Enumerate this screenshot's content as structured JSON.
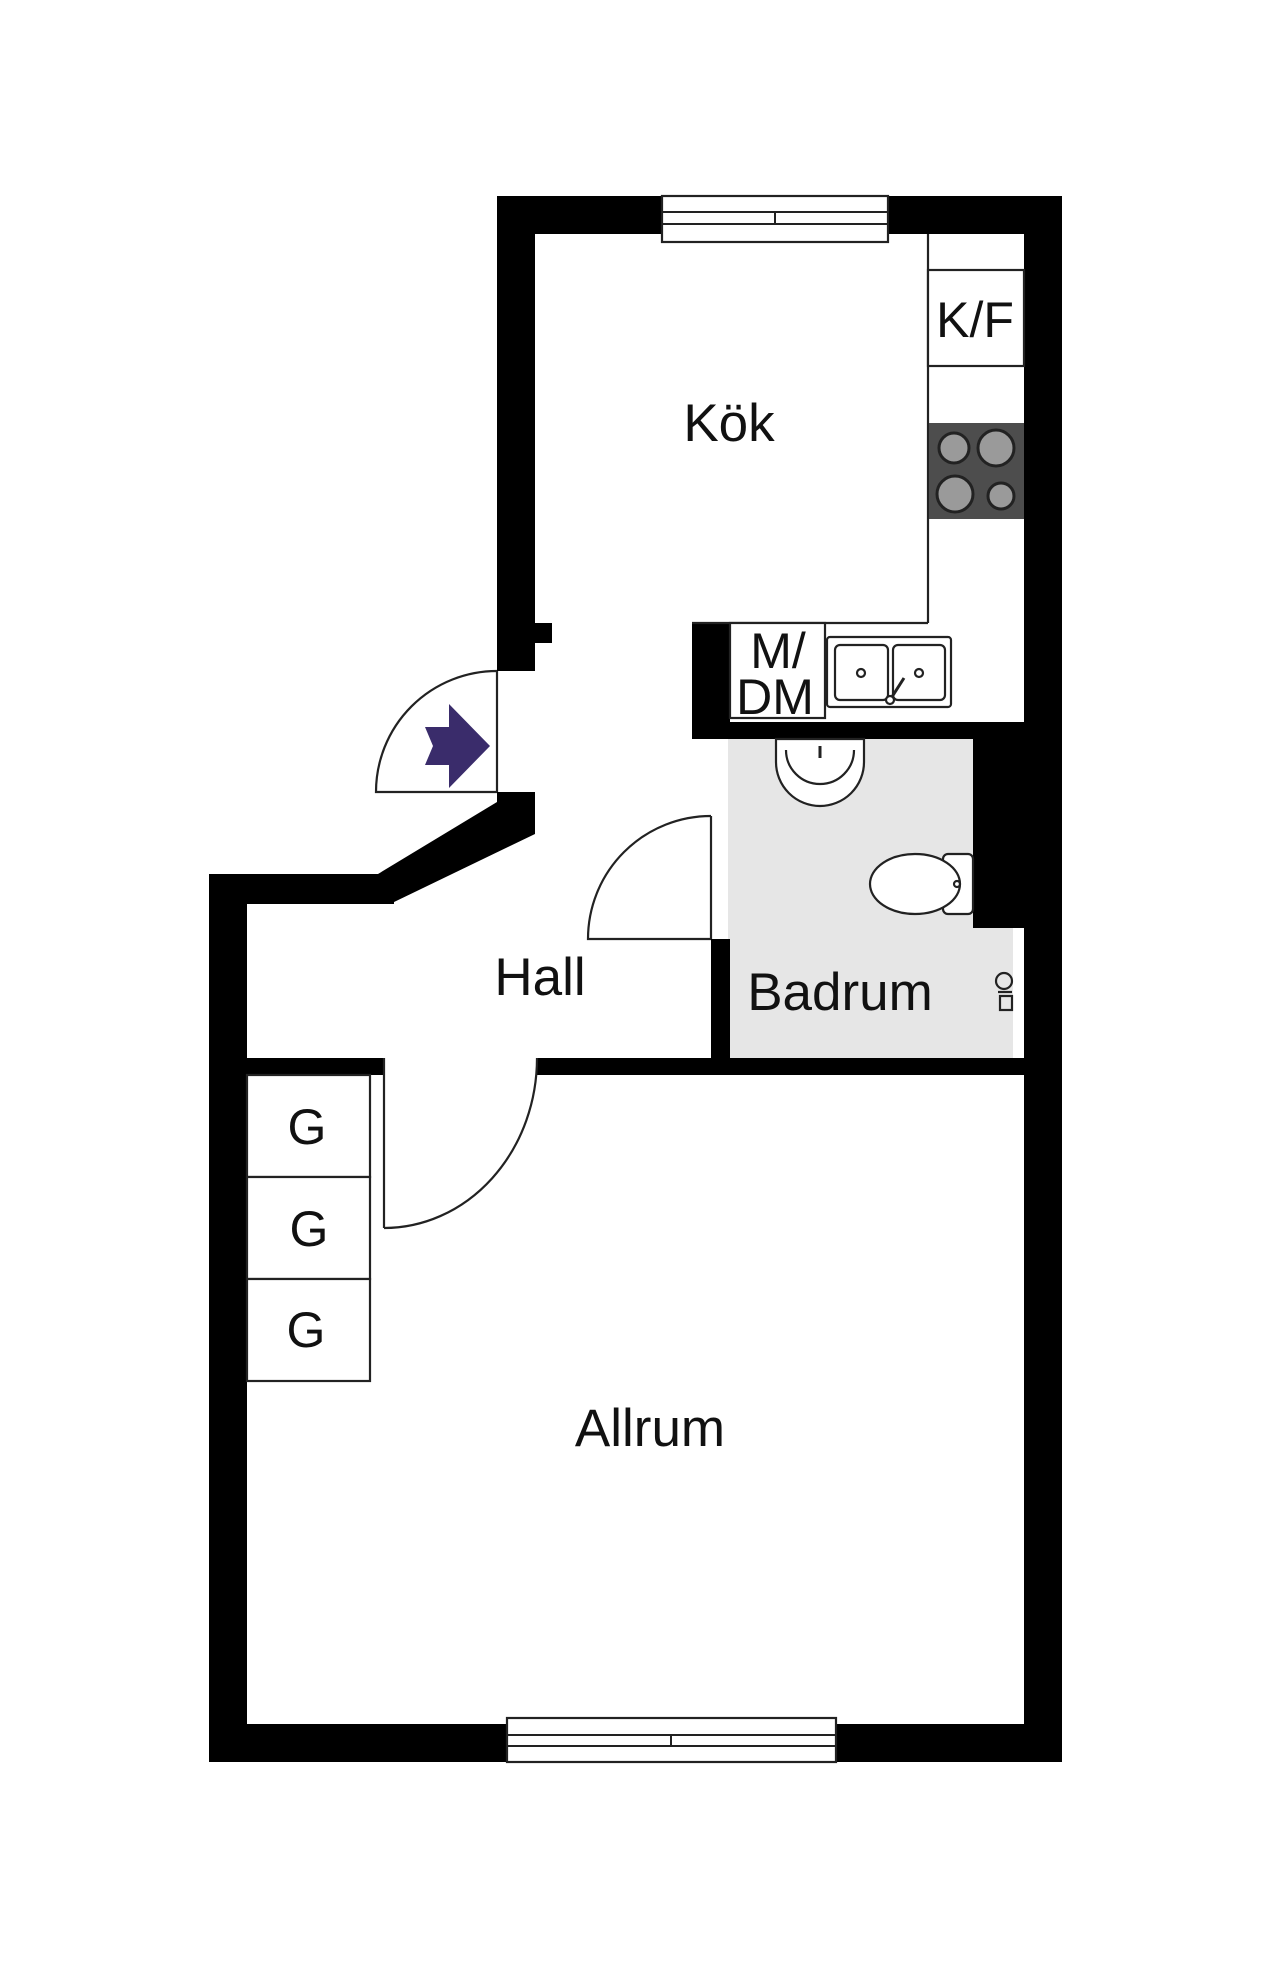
{
  "rooms": {
    "kitchen": "Kök",
    "hall": "Hall",
    "bathroom": "Badrum",
    "living": "Allrum"
  },
  "fixtures": {
    "fridge_freezer": "K/F",
    "dishwasher_line1": "M/",
    "dishwasher_line2": "DM",
    "wardrobe_1": "G",
    "wardrobe_2": "G",
    "wardrobe_3": "G"
  },
  "colors": {
    "wall": "#000000",
    "bathroom_floor": "#e6e6e6",
    "entrance_arrow": "#3a2c6b",
    "stove_top": "#4d4d4d"
  },
  "icons": {
    "entrance": "entrance-arrow-icon"
  }
}
